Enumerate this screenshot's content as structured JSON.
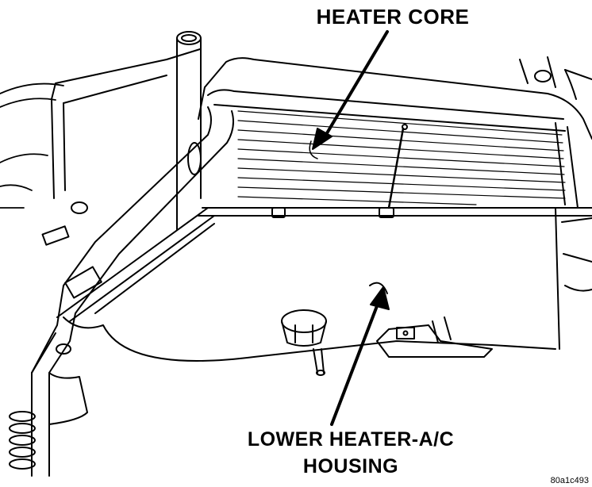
{
  "labels": {
    "heater_core": "HEATER CORE",
    "lower_housing_line1": "LOWER HEATER-A/C",
    "lower_housing_line2": "HOUSING"
  },
  "figure_code": "80a1c493"
}
